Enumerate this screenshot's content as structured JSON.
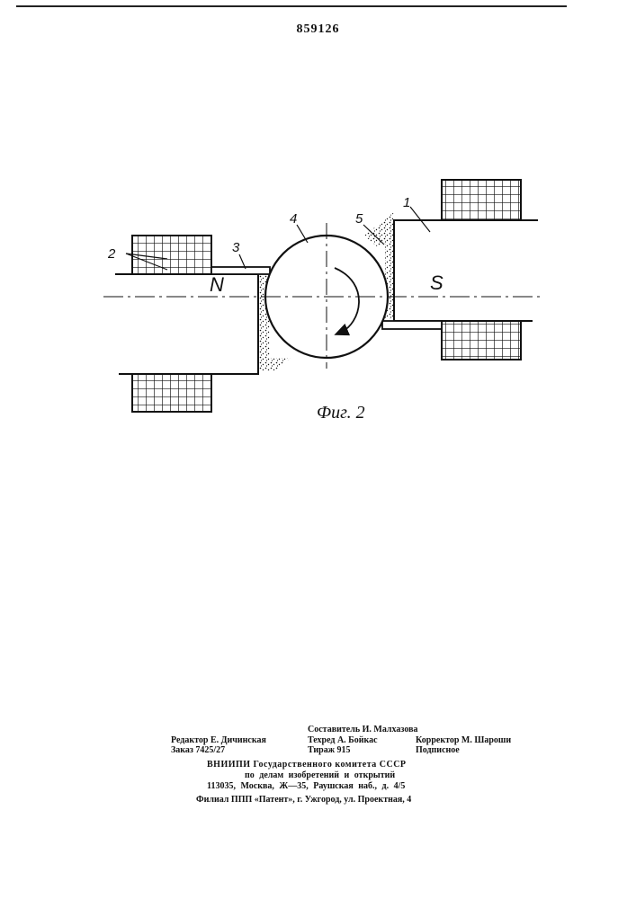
{
  "header": {
    "patent_number": "859126"
  },
  "figure": {
    "caption": "Фиг. 2",
    "labels": {
      "l1": "1",
      "l2": "2",
      "l3": "3",
      "l4": "4",
      "l5": "5"
    },
    "poles": {
      "north": "N",
      "south": "S"
    }
  },
  "imprint": {
    "compiler": "Составитель И. Малхазова",
    "editor": "Редактор Е. Дичинская",
    "techred": "Техред А. Бойкас",
    "corrector": "Корректор М. Шароши",
    "order": "Заказ 7425/27",
    "circulation": "Тираж 915",
    "subscription": "Подписное",
    "org1": "ВНИИПИ Государственного комитета СССР",
    "org2": "по делам изобретений и открытий",
    "address": "113035, Москва, Ж—35, Раушская наб., д. 4/5",
    "branch": "Филиал ППП «Патент», г. Ужгород, ул. Проектная, 4"
  }
}
